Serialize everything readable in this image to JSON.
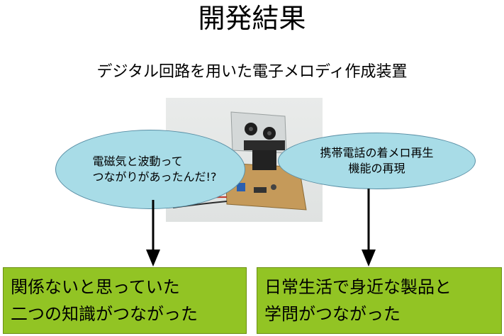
{
  "title": "開発結果",
  "subtitle": "デジタル回路を用いた電子メロディ作成装置",
  "bubble_left": "電磁気と波動って\nつながりがあったんだ!?",
  "bubble_right": "携帯電話の着メロ再生\n機能の再現",
  "box_left": "関係ないと思っていた\n二つの知識がつながった",
  "box_right": "日常生活で身近な製品と\n学問がつながった",
  "colors": {
    "bubble_fill": "#a8dce7",
    "box_fill": "#92c424"
  }
}
